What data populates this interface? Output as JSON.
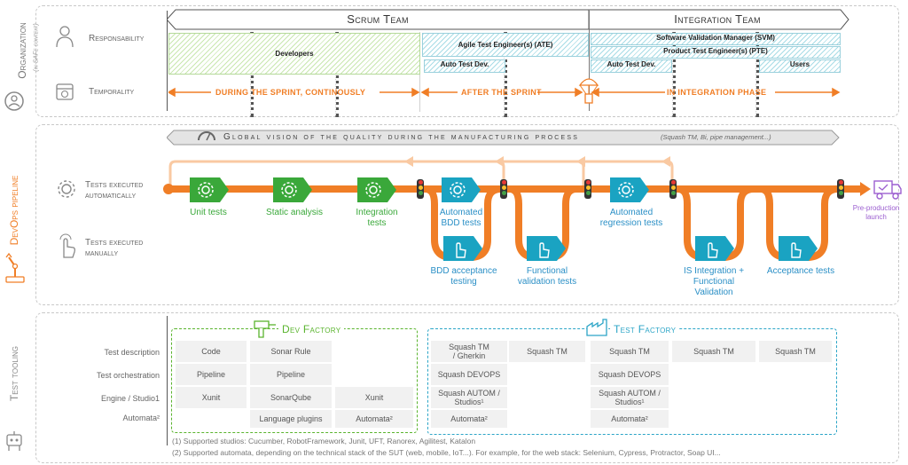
{
  "organization": {
    "section_title": "Organization",
    "section_subtitle": "(in SAFe context)",
    "responsability_label": "Responsability",
    "temporality_label": "Temporality",
    "scrum_team": "Scrum Team",
    "integration_team": "Integration Team",
    "developers": "Developers",
    "ate": "Agile Test Engineer(s) (ATE)",
    "auto_test_dev_1": "Auto Test Dev.",
    "svm": "Software Validation Manager (SVM)",
    "pte": "Product Test Engineer(s) (PTE)",
    "auto_test_dev_2": "Auto Test Dev.",
    "users": "Users",
    "during_sprint": "DURING THE SPRINT, CONTINOUSLY",
    "after_sprint": "AFTER THE SPRINT",
    "integration_phase": "IN INTEGRATION PHASE"
  },
  "pipeline": {
    "section_title": "DevOps pipeline",
    "global_vision": "Global vision of the quality during the manufacturing process",
    "global_vision_note": "(Squash TM, Bi, pipe management...)",
    "auto_label_1": "Tests executed",
    "auto_label_2": "automatically",
    "manual_label_1": "Tests executed",
    "manual_label_2": "manually",
    "steps": {
      "unit_tests": "Unit tests",
      "static_analysis": "Static analysis",
      "integration_tests_1": "Integration",
      "integration_tests_2": "tests",
      "bdd_tests_1": "Automated",
      "bdd_tests_2": "BDD tests",
      "bdd_acceptance_1": "BDD acceptance",
      "bdd_acceptance_2": "testing",
      "functional_1": "Functional",
      "functional_2": "validation tests",
      "regression_1": "Automated",
      "regression_2": "regression tests",
      "is_integration_1": "IS Integration +",
      "is_integration_2": "Functional",
      "is_integration_3": "Validation",
      "acceptance": "Acceptance tests",
      "preprod_1": "Pre-production",
      "preprod_2": "launch"
    }
  },
  "tooling": {
    "section_title": "Test tooling",
    "dev_factory": "Dev Factory",
    "test_factory": "Test Factory",
    "rows": [
      "Test description",
      "Test orchestration",
      "Engine / Studio1",
      "Automata²"
    ],
    "dev_cells": {
      "r1c1": "Code",
      "r1c2": "Sonar Rule",
      "r2c1": "Pipeline",
      "r2c2": "Pipeline",
      "r3c1": "Xunit",
      "r3c2": "SonarQube",
      "r3c3": "Xunit",
      "r4c2": "Language plugins",
      "r4c3": "Automata²"
    },
    "test_cells": {
      "r1c1a": "Squash TM",
      "r1c1b": "/ Gherkin",
      "r1c2": "Squash TM",
      "r1c3": "Squash TM",
      "r1c4": "Squash TM",
      "r1c5": "Squash TM",
      "r2c1": "Squash DEVOPS",
      "r2c3": "Squash DEVOPS",
      "r3c1a": "Squash AUTOM /",
      "r3c1b": "Studios¹",
      "r3c3a": "Squash AUTOM /",
      "r3c3b": "Studios¹",
      "r4c1": "Automata²",
      "r4c3": "Automata²"
    },
    "footnote_1": "(1) Supported studios: Cucumber, RobotFramework, Junit, UFT, Ranorex, Agilitest, Katalon",
    "footnote_2": "(2) Supported automata, depending on the technical stack of the SUT (web, mobile, IoT...). For example, for the web stack: Selenium, Cypress, Protractor, Soap UI..."
  },
  "colors": {
    "orange": "#f07e26",
    "green": "#3aa83a",
    "teal": "#1aa3c2",
    "blue": "#2a8fc6"
  }
}
